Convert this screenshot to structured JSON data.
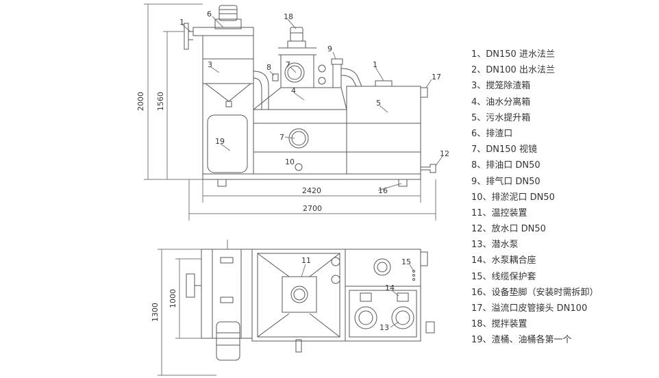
{
  "elevation": {
    "dimensions": {
      "height_total": "2000",
      "height_inlet": "1560",
      "length_inner": "2420",
      "length_total": "2700"
    }
  },
  "plan": {
    "dimensions": {
      "width_inner": "1000",
      "width_total": "1300"
    }
  },
  "callouts": {
    "c1a": "1",
    "c1b": "1",
    "c3": "3",
    "c4": "4",
    "c5": "5",
    "c6": "6",
    "c7a": "7",
    "c7b": "7",
    "c8": "8",
    "c9": "9",
    "c10": "10",
    "c11": "11",
    "c12": "12",
    "c13": "13",
    "c14": "14",
    "c15": "15",
    "c16": "16",
    "c17": "17",
    "c18": "18",
    "c19": "19"
  },
  "legend": [
    "1、DN150 进水法兰",
    "2、DN100 出水法兰",
    "3、搅笼除渣箱",
    "4、油水分离箱",
    "5、污水提升箱",
    "6、排渣口",
    "7、DN150 视镜",
    "8、排油口 DN50",
    "9、排气口 DN50",
    "10、排淤泥口 DN50",
    "11、温控装置",
    "12、放水口 DN50",
    "13、潜水泵",
    "14、水泵耦合座",
    "15、线缆保护套",
    "16、设备垫脚（安装时需拆卸）",
    "17、溢流口皮管接头 DN100",
    "18、搅拌装置",
    "19、渣桶、油桶各第一个"
  ]
}
